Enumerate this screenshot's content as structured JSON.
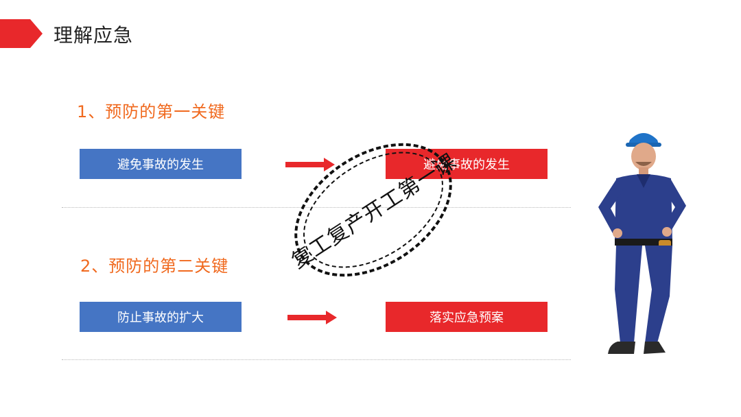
{
  "page": {
    "title": "理解应急"
  },
  "colors": {
    "accent_red": "#E8282B",
    "box_blue": "#4575C4",
    "heading_orange": "#F0691E"
  },
  "sections": [
    {
      "heading": "1、预防的第一关键",
      "left_box": "避免事故的发生",
      "right_box": "避免事故的发生"
    },
    {
      "heading": "2、预防的第二关键",
      "left_box": "防止事故的扩大",
      "right_box": "落实应急预案"
    }
  ],
  "stamp": {
    "text": "复工复产开工第一课"
  }
}
